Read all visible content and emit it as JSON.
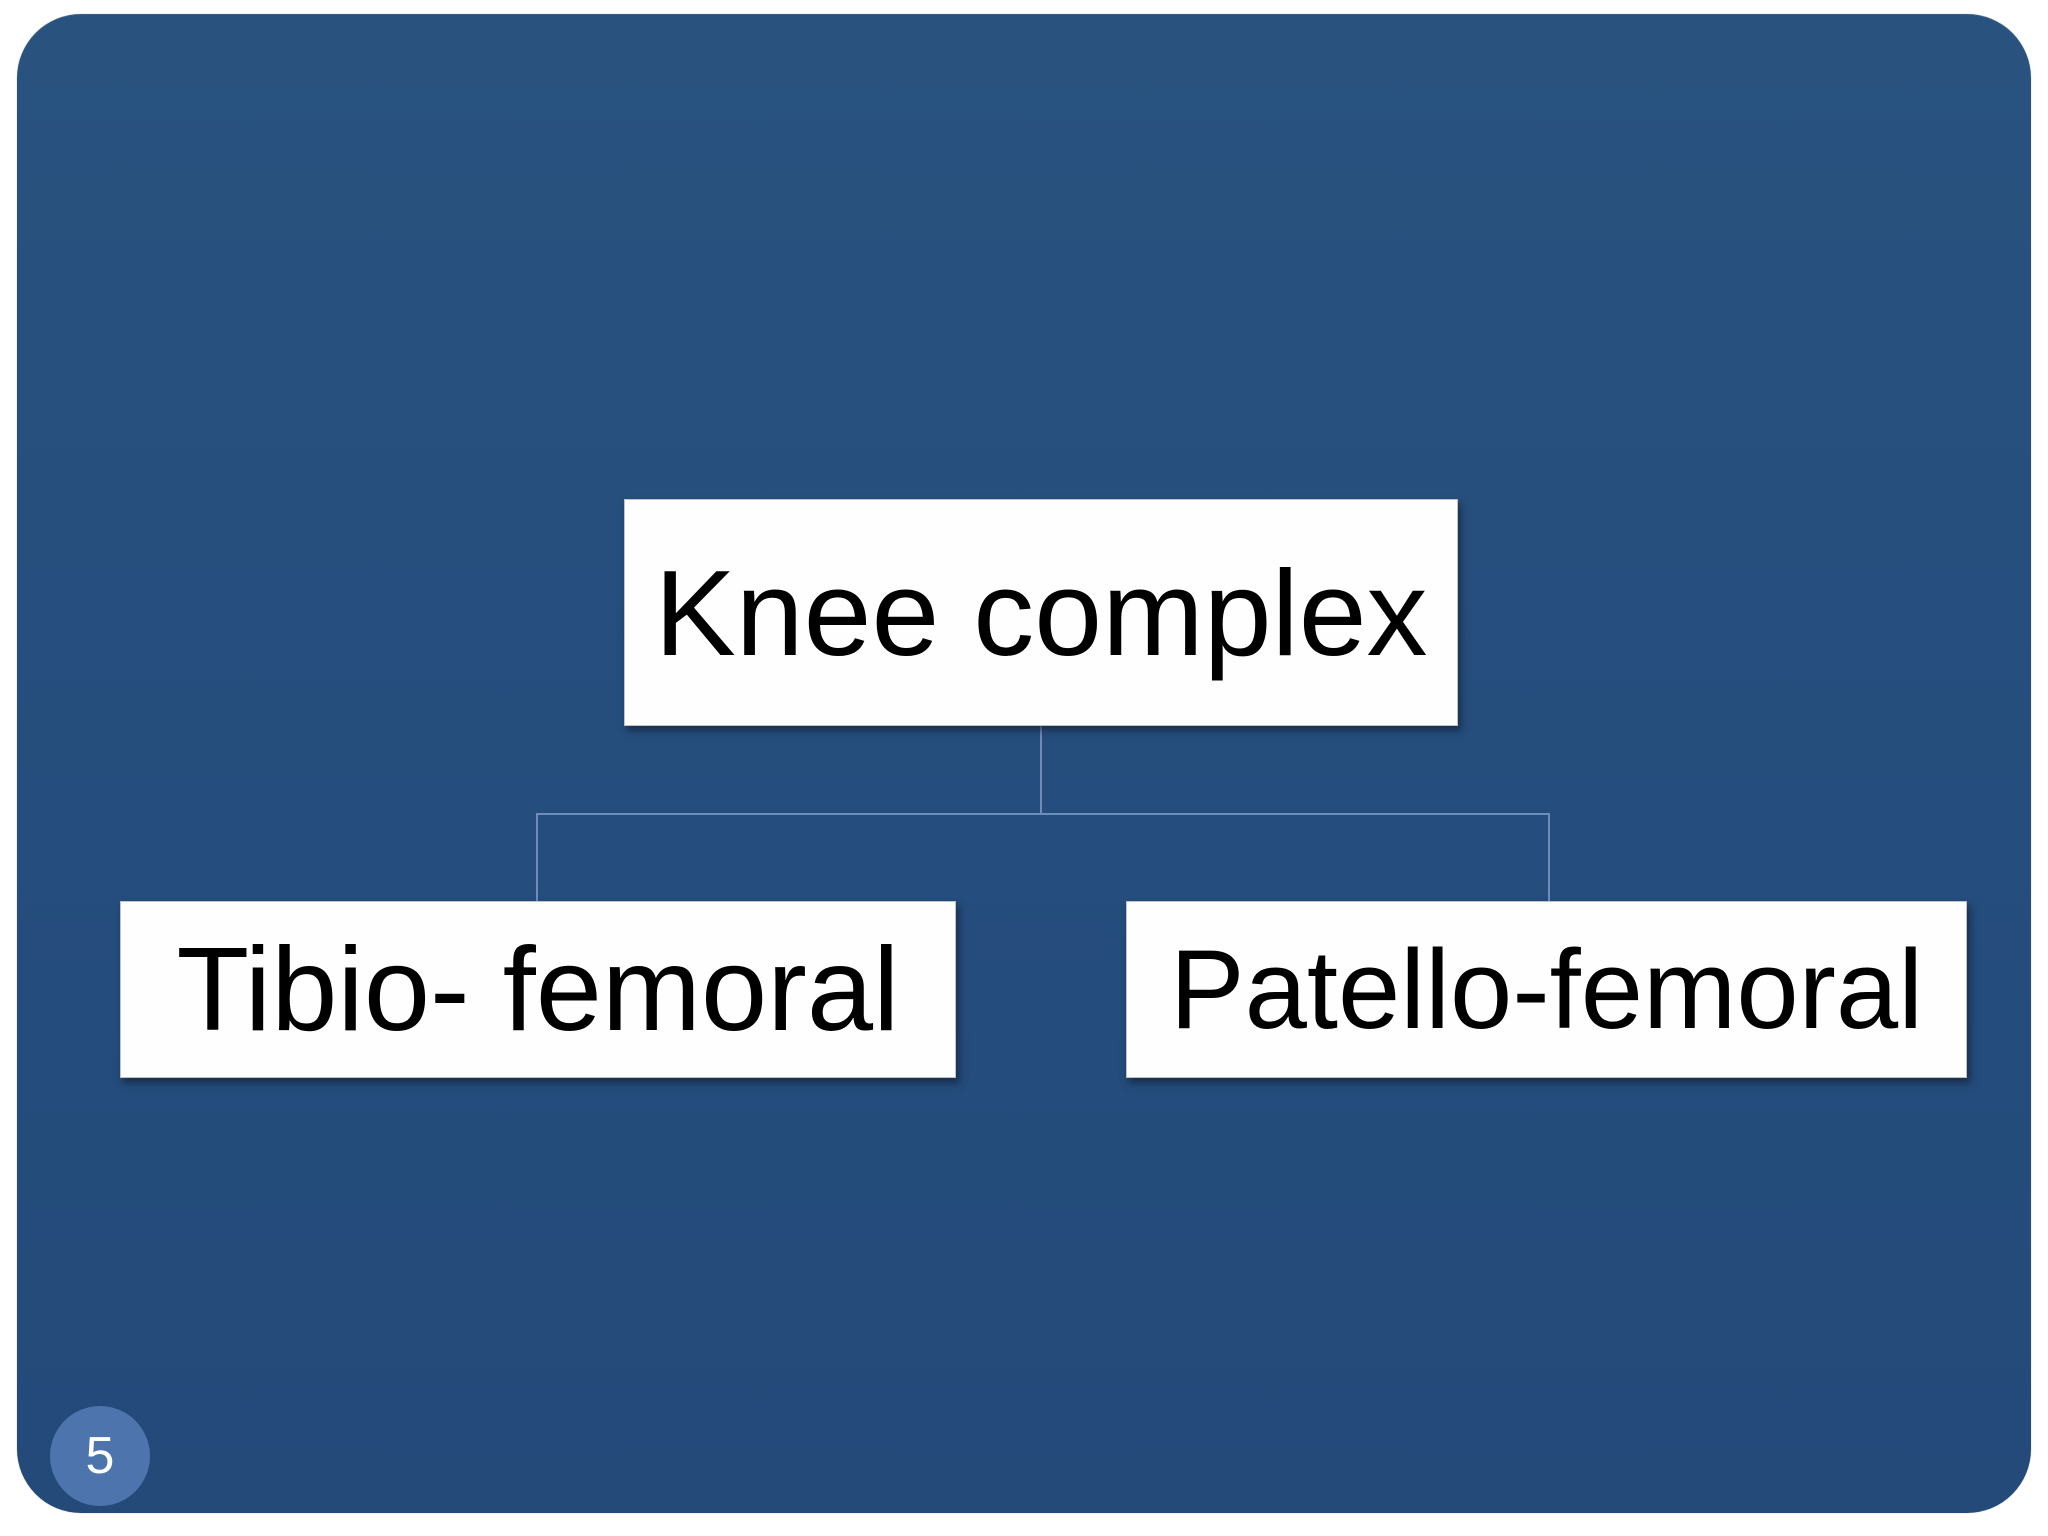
{
  "slide": {
    "page_number": "5",
    "colors": {
      "page_background": "#ffffff",
      "slide_background": "#254d7d",
      "connector_line": "#6F8DB8",
      "node_background": "#fefefe",
      "node_text": "#000000",
      "page_badge_background": "#4D74AD",
      "page_badge_text": "#ffffff"
    },
    "diagram": {
      "type": "hierarchy",
      "root": {
        "label": "Knee complex"
      },
      "children": [
        {
          "label": "Tibio- femoral"
        },
        {
          "label": "Patello-femoral"
        }
      ]
    }
  }
}
